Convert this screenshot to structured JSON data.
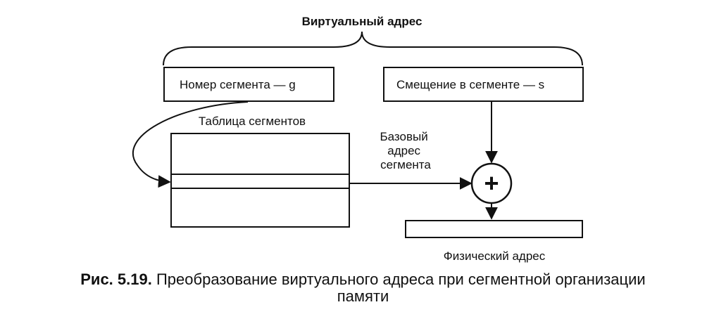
{
  "diagram": {
    "virtual_address": "Виртуальный адрес",
    "segment_number": "Номер сегмента — g",
    "segment_offset": "Смещение в сегменте — s",
    "segment_table": "Таблица сегментов",
    "base_address_lines": [
      "Базовый",
      "адрес",
      "сегмента"
    ],
    "adder_symbol": "+",
    "physical_address": "Физический адрес"
  },
  "caption": {
    "number": "Рис. 5.19.",
    "text_line1": "Преобразование виртуального адреса при сегментной организации",
    "text_line2": "памяти"
  }
}
